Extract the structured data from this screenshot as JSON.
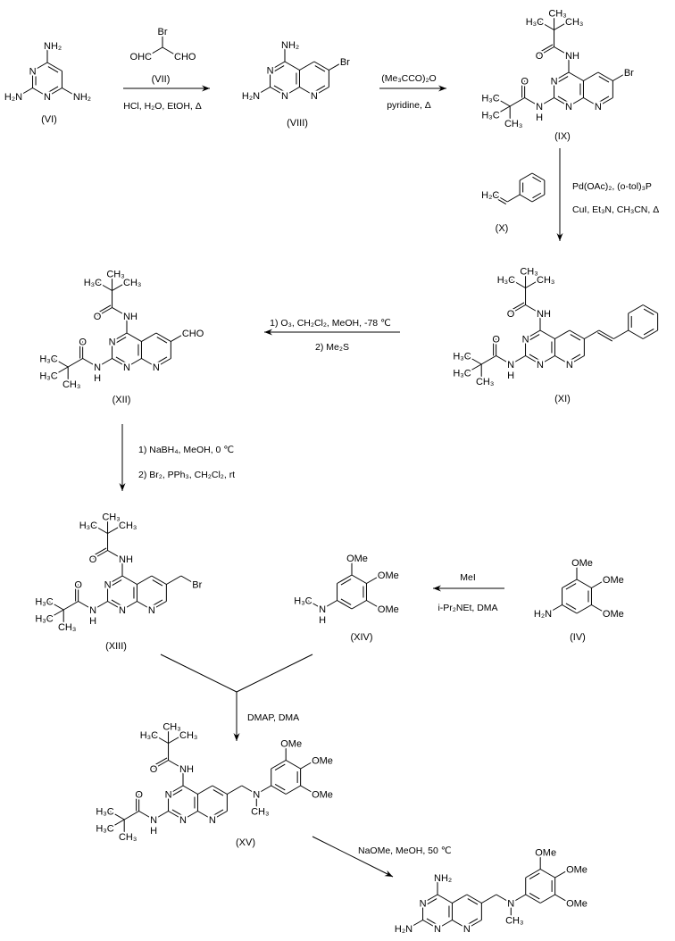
{
  "atoms": {
    "N": "N",
    "NH": "NH",
    "H": "H",
    "O": "O",
    "NH2": "NH₂",
    "H2N": "H₂N",
    "H3C": "H₃C",
    "CH3": "CH₃",
    "Br": "Br",
    "CHO": "CHO",
    "OHC": "OHC",
    "OMe": "OMe",
    "H2C": "H₂C"
  },
  "compounds": {
    "VI": "(VI)",
    "VII": "(VII)",
    "VIII": "(VIII)",
    "IX": "(IX)",
    "X": "(X)",
    "XI": "(XI)",
    "XII": "(XII)",
    "XIII": "(XIII)",
    "XIV": "(XIV)",
    "IV": "(IV)",
    "XV": "(XV)"
  },
  "steps": {
    "s1": {
      "below": "HCl, H₂O, EtOH, Δ"
    },
    "s2": {
      "above": "(Me₃CCO)₂O",
      "below": "pyridine, Δ"
    },
    "s3": {
      "line1": "Pd(OAc)₂, (o-tol)₃P",
      "line2": "CuI, Et₃N,  CH₃CN, Δ"
    },
    "s4": {
      "line1": "1) O₃, CH₂Cl₂, MeOH, -78 ℃",
      "line2": "2) Me₂S"
    },
    "s5": {
      "line1": "1) NaBH₄, MeOH, 0 ℃",
      "line2": "2) Br₂, PPh₃, CH₂Cl₂, rt"
    },
    "s6": {
      "above": "MeI",
      "below": "i-Pr₂NEt, DMA"
    },
    "s7": {
      "line1": "DMAP, DMA"
    },
    "s8": {
      "line1": "NaOMe, MeOH, 50 ℃"
    }
  }
}
